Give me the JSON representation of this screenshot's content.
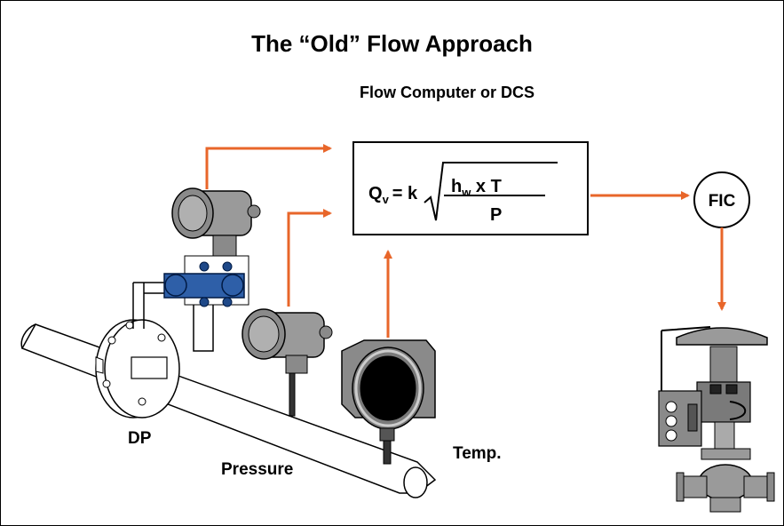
{
  "diagram": {
    "title": "The “Old” Flow Approach",
    "subtitle": "Flow Computer or DCS",
    "equation": {
      "lhs": "Q",
      "lhs_sub": "v",
      "coef": "= k",
      "numerator": "h",
      "numerator_sub": "w",
      "numerator_tail": " x T",
      "denominator": "P"
    },
    "controller_label": "FIC",
    "labels": {
      "dp": "DP",
      "pressure": "Pressure",
      "temp": "Temp."
    },
    "colors": {
      "arrow": "#e8662a",
      "outline": "#000000",
      "device_gray": "#8e8e8e",
      "device_blue": "#2e5fa8"
    }
  }
}
